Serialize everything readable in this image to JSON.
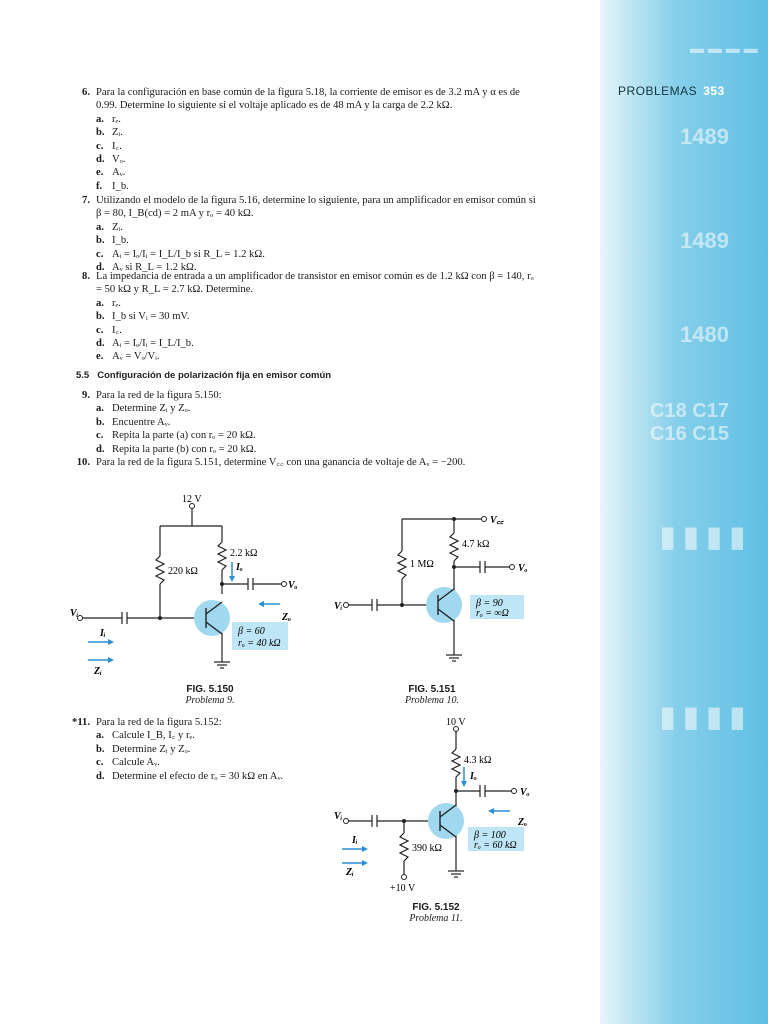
{
  "header": {
    "section": "PROBLEMAS",
    "page": "353"
  },
  "q6": {
    "num": "6.",
    "text": "Para la configuración en base común de la figura 5.18, la corriente de emisor es de 3.2 mA y α es de 0.99. Determine lo siguiente si el voltaje aplicado es de 48 mA y la carga de 2.2 kΩ.",
    "items": [
      {
        "l": "a.",
        "t": "rₑ."
      },
      {
        "l": "b.",
        "t": "Zᵢ."
      },
      {
        "l": "c.",
        "t": "I꜀."
      },
      {
        "l": "d.",
        "t": "Vₒ."
      },
      {
        "l": "e.",
        "t": "Aᵥ."
      },
      {
        "l": "f.",
        "t": "I_b."
      }
    ]
  },
  "q7": {
    "num": "7.",
    "text": "Utilizando el modelo de la figura 5.16, determine lo siguiente, para un amplificador en emisor común si β = 80, I_B(cd) = 2 mA y rₒ = 40 kΩ.",
    "items": [
      {
        "l": "a.",
        "t": "Zᵢ."
      },
      {
        "l": "b.",
        "t": "I_b."
      },
      {
        "l": "c.",
        "t": "Aᵢ = Iₒ/Iᵢ = I_L/I_b si R_L = 1.2 kΩ."
      },
      {
        "l": "d.",
        "t": "Aᵥ si R_L = 1.2 kΩ."
      }
    ]
  },
  "q8": {
    "num": "8.",
    "text": "La impedancia de entrada a un amplificador de transistor en emisor común es de 1.2 kΩ con β = 140, rₒ = 50 kΩ y R_L = 2.7 kΩ. Determine.",
    "items": [
      {
        "l": "a.",
        "t": "rₑ."
      },
      {
        "l": "b.",
        "t": "I_b si Vᵢ = 30 mV."
      },
      {
        "l": "c.",
        "t": "I꜀."
      },
      {
        "l": "d.",
        "t": "Aᵢ = Iₒ/Iᵢ = I_L/I_b."
      },
      {
        "l": "e.",
        "t": "Aᵥ = Vₒ/Vᵢ."
      }
    ]
  },
  "section": {
    "num": "5.5",
    "title": "Configuración de polarización fija en emisor común"
  },
  "q9": {
    "num": "9.",
    "text": "Para la red de la figura 5.150:",
    "items": [
      {
        "l": "a.",
        "t": "Determine Zᵢ y Zₒ."
      },
      {
        "l": "b.",
        "t": "Encuentre Aᵥ."
      },
      {
        "l": "c.",
        "t": "Repita la parte (a) con rₒ = 20 kΩ."
      },
      {
        "l": "d.",
        "t": "Repita la parte (b) con rₒ = 20 kΩ."
      }
    ]
  },
  "q10": {
    "num": "10.",
    "text": "Para la red de la figura 5.151, determine V꜀꜀ con una ganancia de voltaje de Aᵥ = −200."
  },
  "q11": {
    "num": "*11.",
    "text": "Para la red de la figura 5.152:",
    "items": [
      {
        "l": "a.",
        "t": "Calcule I_B, I꜀ y rₑ."
      },
      {
        "l": "b.",
        "t": "Determine Zᵢ y Zₒ."
      },
      {
        "l": "c.",
        "t": "Calcule Aᵥ."
      },
      {
        "l": "d.",
        "t": "Determine el efecto de rₒ = 30 kΩ en Aᵥ."
      }
    ]
  },
  "fig150": {
    "fig": "FIG. 5.150",
    "prob": "Problema 9.",
    "vsupply": "12 V",
    "rb": "220 kΩ",
    "rc": "2.2 kΩ",
    "io": "Iₒ",
    "vo": "Vₒ",
    "zo": "Zₒ",
    "vi": "Vᵢ",
    "ii": "Iᵢ",
    "zi": "Zᵢ",
    "beta": "β = 60",
    "ro": "rₒ = 40 kΩ"
  },
  "fig151": {
    "fig": "FIG. 5.151",
    "prob": "Problema 10.",
    "vcc": "V꜀꜀",
    "rb": "1 MΩ",
    "rc": "4.7 kΩ",
    "vo": "Vₒ",
    "vi": "Vᵢ",
    "beta": "β = 90",
    "ro": "rₒ = ∞Ω"
  },
  "fig152": {
    "fig": "FIG. 5.152",
    "prob": "Problema 11.",
    "vsupply": "10 V",
    "rc": "4.3 kΩ",
    "rb": "390 kΩ",
    "vb": "+10 V",
    "io": "Iₒ",
    "vo": "Vₒ",
    "zo": "Zₒ",
    "vi": "Vᵢ",
    "ii": "Iᵢ",
    "zi": "Zᵢ",
    "beta": "β = 100",
    "ro": "rₒ = 60 kΩ"
  },
  "colors": {
    "accent": "#5fbfe3",
    "transistor": "#9fd8ef",
    "arrow": "#2a8fd0"
  }
}
